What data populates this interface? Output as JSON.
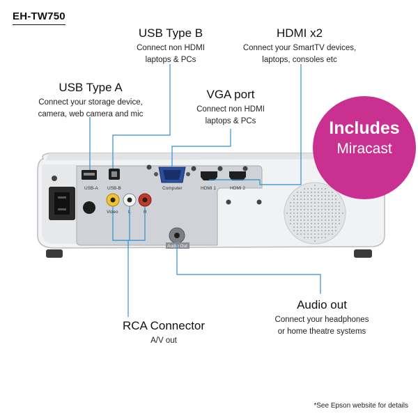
{
  "model": "EH-TW750",
  "callouts": {
    "usb_b": {
      "title": "USB Type B",
      "desc_line1": "Connect non HDMI",
      "desc_line2": "laptops & PCs"
    },
    "hdmi": {
      "title": "HDMI x2",
      "desc_line1": "Connect your SmartTV devices,",
      "desc_line2": "laptops, consoles etc"
    },
    "usb_a": {
      "title": "USB Type A",
      "desc_line1": "Connect your storage device,",
      "desc_line2": "camera, web camera and mic"
    },
    "vga": {
      "title": "VGA port",
      "desc_line1": "Connect non HDMI",
      "desc_line2": "laptops & PCs"
    },
    "audio_out": {
      "title": "Audio out",
      "desc_line1": "Connect your headphones",
      "desc_line2": "or home theatre systems"
    },
    "rca": {
      "title": "RCA Connector",
      "desc_line1": "A/V out"
    }
  },
  "badge": {
    "line1": "Includes",
    "line2": "Miracast",
    "color": "#c9308f"
  },
  "port_labels": {
    "usb_a": "USB-A",
    "usb_b": "USB-B",
    "computer": "Computer",
    "hdmi1": "HDMI 1",
    "hdmi2": "HDMI 2",
    "video": "Video",
    "l": "L",
    "r": "R",
    "audio_out": "Audio Out"
  },
  "footnote": "*See Epson website for details",
  "colors": {
    "line": "#2f8fd0",
    "accent": "#c9308f",
    "panel": "#cfd2d6",
    "body": "#f3f4f5"
  }
}
